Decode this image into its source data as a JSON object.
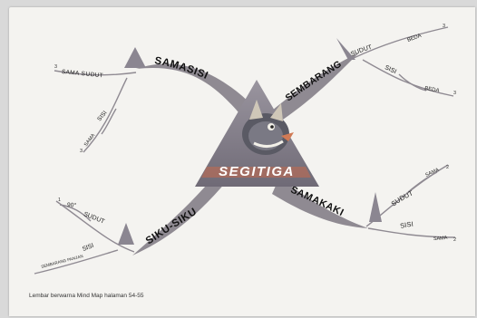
{
  "central": {
    "title": "SEGITIGA"
  },
  "branches": {
    "samasisi": {
      "label": "SAMASISI",
      "sub": {
        "sama_sudut": "SAMA SUDUT",
        "sisi": "SISI",
        "sama": "SAMA"
      },
      "nums": {
        "n1": "3",
        "n2": "3"
      }
    },
    "sembarang": {
      "label": "SEMBARANG",
      "sub": {
        "sudut": "SUDUT",
        "beda1": "BEDA",
        "sisi": "SISI",
        "beda2": "BEDA"
      },
      "nums": {
        "n1": "3",
        "n2": "3"
      }
    },
    "sikusiku": {
      "label": "SIKU-SIKU",
      "sub": {
        "deg": "90°",
        "sudut": "SUDUT",
        "sisi": "SISI",
        "sisi_detail": "SEMBARANG PANJANG"
      },
      "nums": {
        "n1": "1"
      }
    },
    "samakaki": {
      "label": "SAMAKAKI",
      "sub": {
        "sudut": "SUDUT",
        "sama1": "SAMA",
        "sisi": "SISI",
        "sama2": "SAMA"
      },
      "nums": {
        "n1": "2",
        "n2": "2"
      }
    }
  },
  "caption": "Lembar berwarna Mind Map halaman 54-55",
  "colors": {
    "branch": "#8f8a92",
    "triangle": "#8a8590",
    "trim": "#c76a4c",
    "center_text": "#ffffff"
  }
}
